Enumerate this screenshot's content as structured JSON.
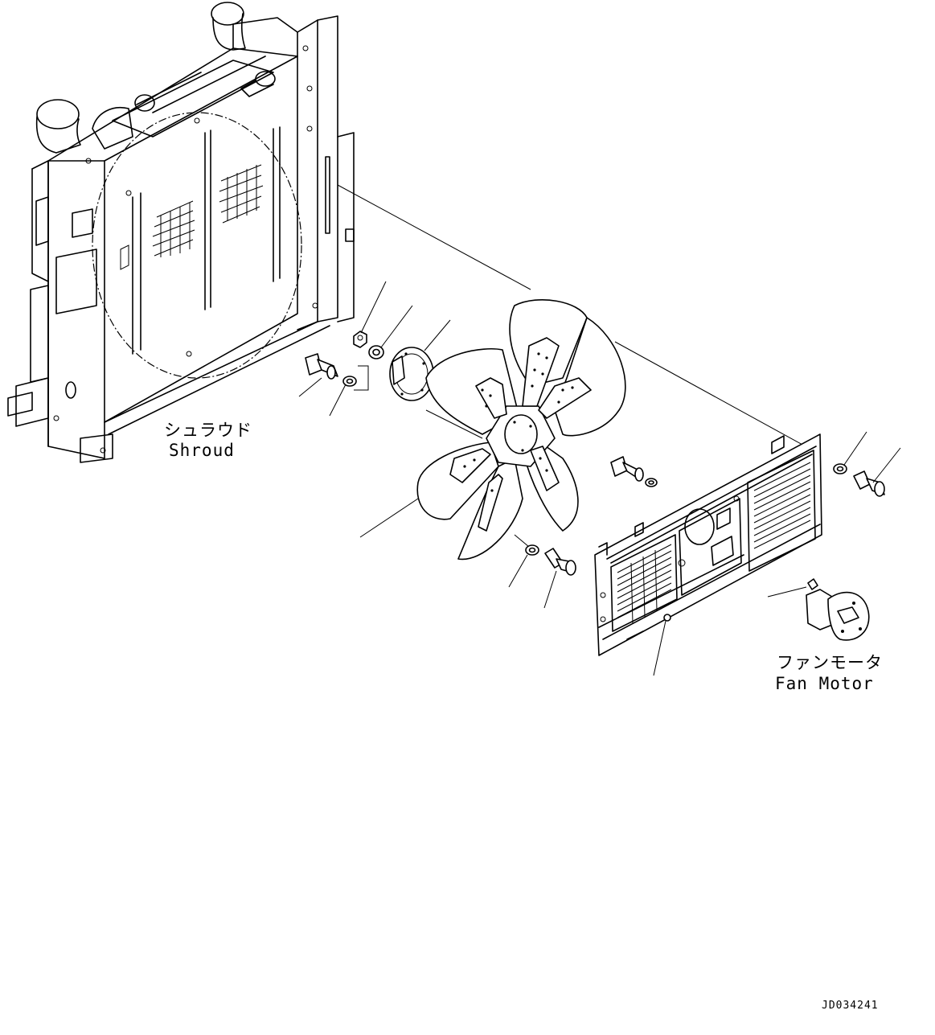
{
  "labels": {
    "shroud_jp": "シュラウド",
    "shroud_en": "Shroud",
    "fan_motor_jp": "ファンモータ",
    "fan_motor_en": "Fan Motor"
  },
  "drawing_code": "JD034241"
}
